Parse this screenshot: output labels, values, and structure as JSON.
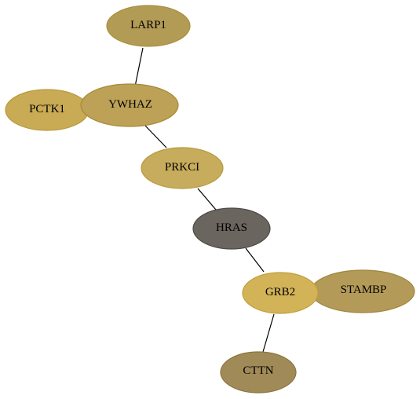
{
  "nodes": {
    "larp1": {
      "label": "LARP1",
      "fill": "#b29b55",
      "stroke": "#a98f3c"
    },
    "pctk1": {
      "label": "PCTK1",
      "fill": "#c9aa55",
      "stroke": "#b99a3a"
    },
    "ywhaz": {
      "label": "YWHAZ",
      "fill": "#bca156",
      "stroke": "#a68a36"
    },
    "prkci": {
      "label": "PRKCI",
      "fill": "#c7ac5d",
      "stroke": "#b59b3e"
    },
    "hras": {
      "label": "HRAS",
      "fill": "#6a655e",
      "stroke": "#4d4944"
    },
    "grb2": {
      "label": "GRB2",
      "fill": "#d2b358",
      "stroke": "#c09f3b"
    },
    "stambp": {
      "label": "STAMBP",
      "fill": "#b49a58",
      "stroke": "#a0873d"
    },
    "cttn": {
      "label": "CTTN",
      "fill": "#a08a57",
      "stroke": "#8c763e"
    }
  },
  "edges": [
    [
      "larp1",
      "ywhaz"
    ],
    [
      "ywhaz",
      "prkci"
    ],
    [
      "prkci",
      "hras"
    ],
    [
      "hras",
      "grb2"
    ],
    [
      "grb2",
      "cttn"
    ]
  ]
}
